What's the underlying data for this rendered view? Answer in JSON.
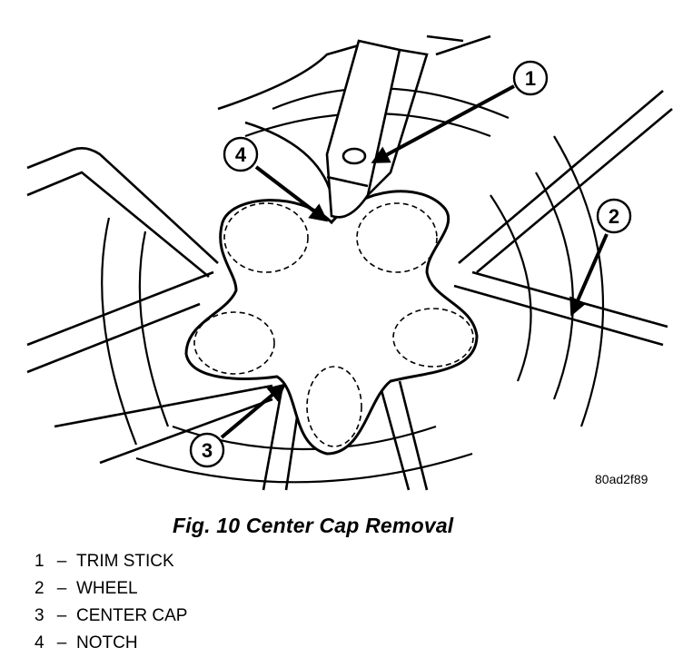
{
  "figure": {
    "code": "80ad2f89",
    "caption": "Fig. 10 Center Cap Removal",
    "callouts": [
      "1",
      "2",
      "3",
      "4"
    ]
  },
  "legend": [
    {
      "num": "1",
      "sep": "–",
      "label": "TRIM STICK"
    },
    {
      "num": "2",
      "sep": "–",
      "label": "WHEEL"
    },
    {
      "num": "3",
      "sep": "–",
      "label": "CENTER CAP"
    },
    {
      "num": "4",
      "sep": "–",
      "label": "NOTCH"
    }
  ]
}
